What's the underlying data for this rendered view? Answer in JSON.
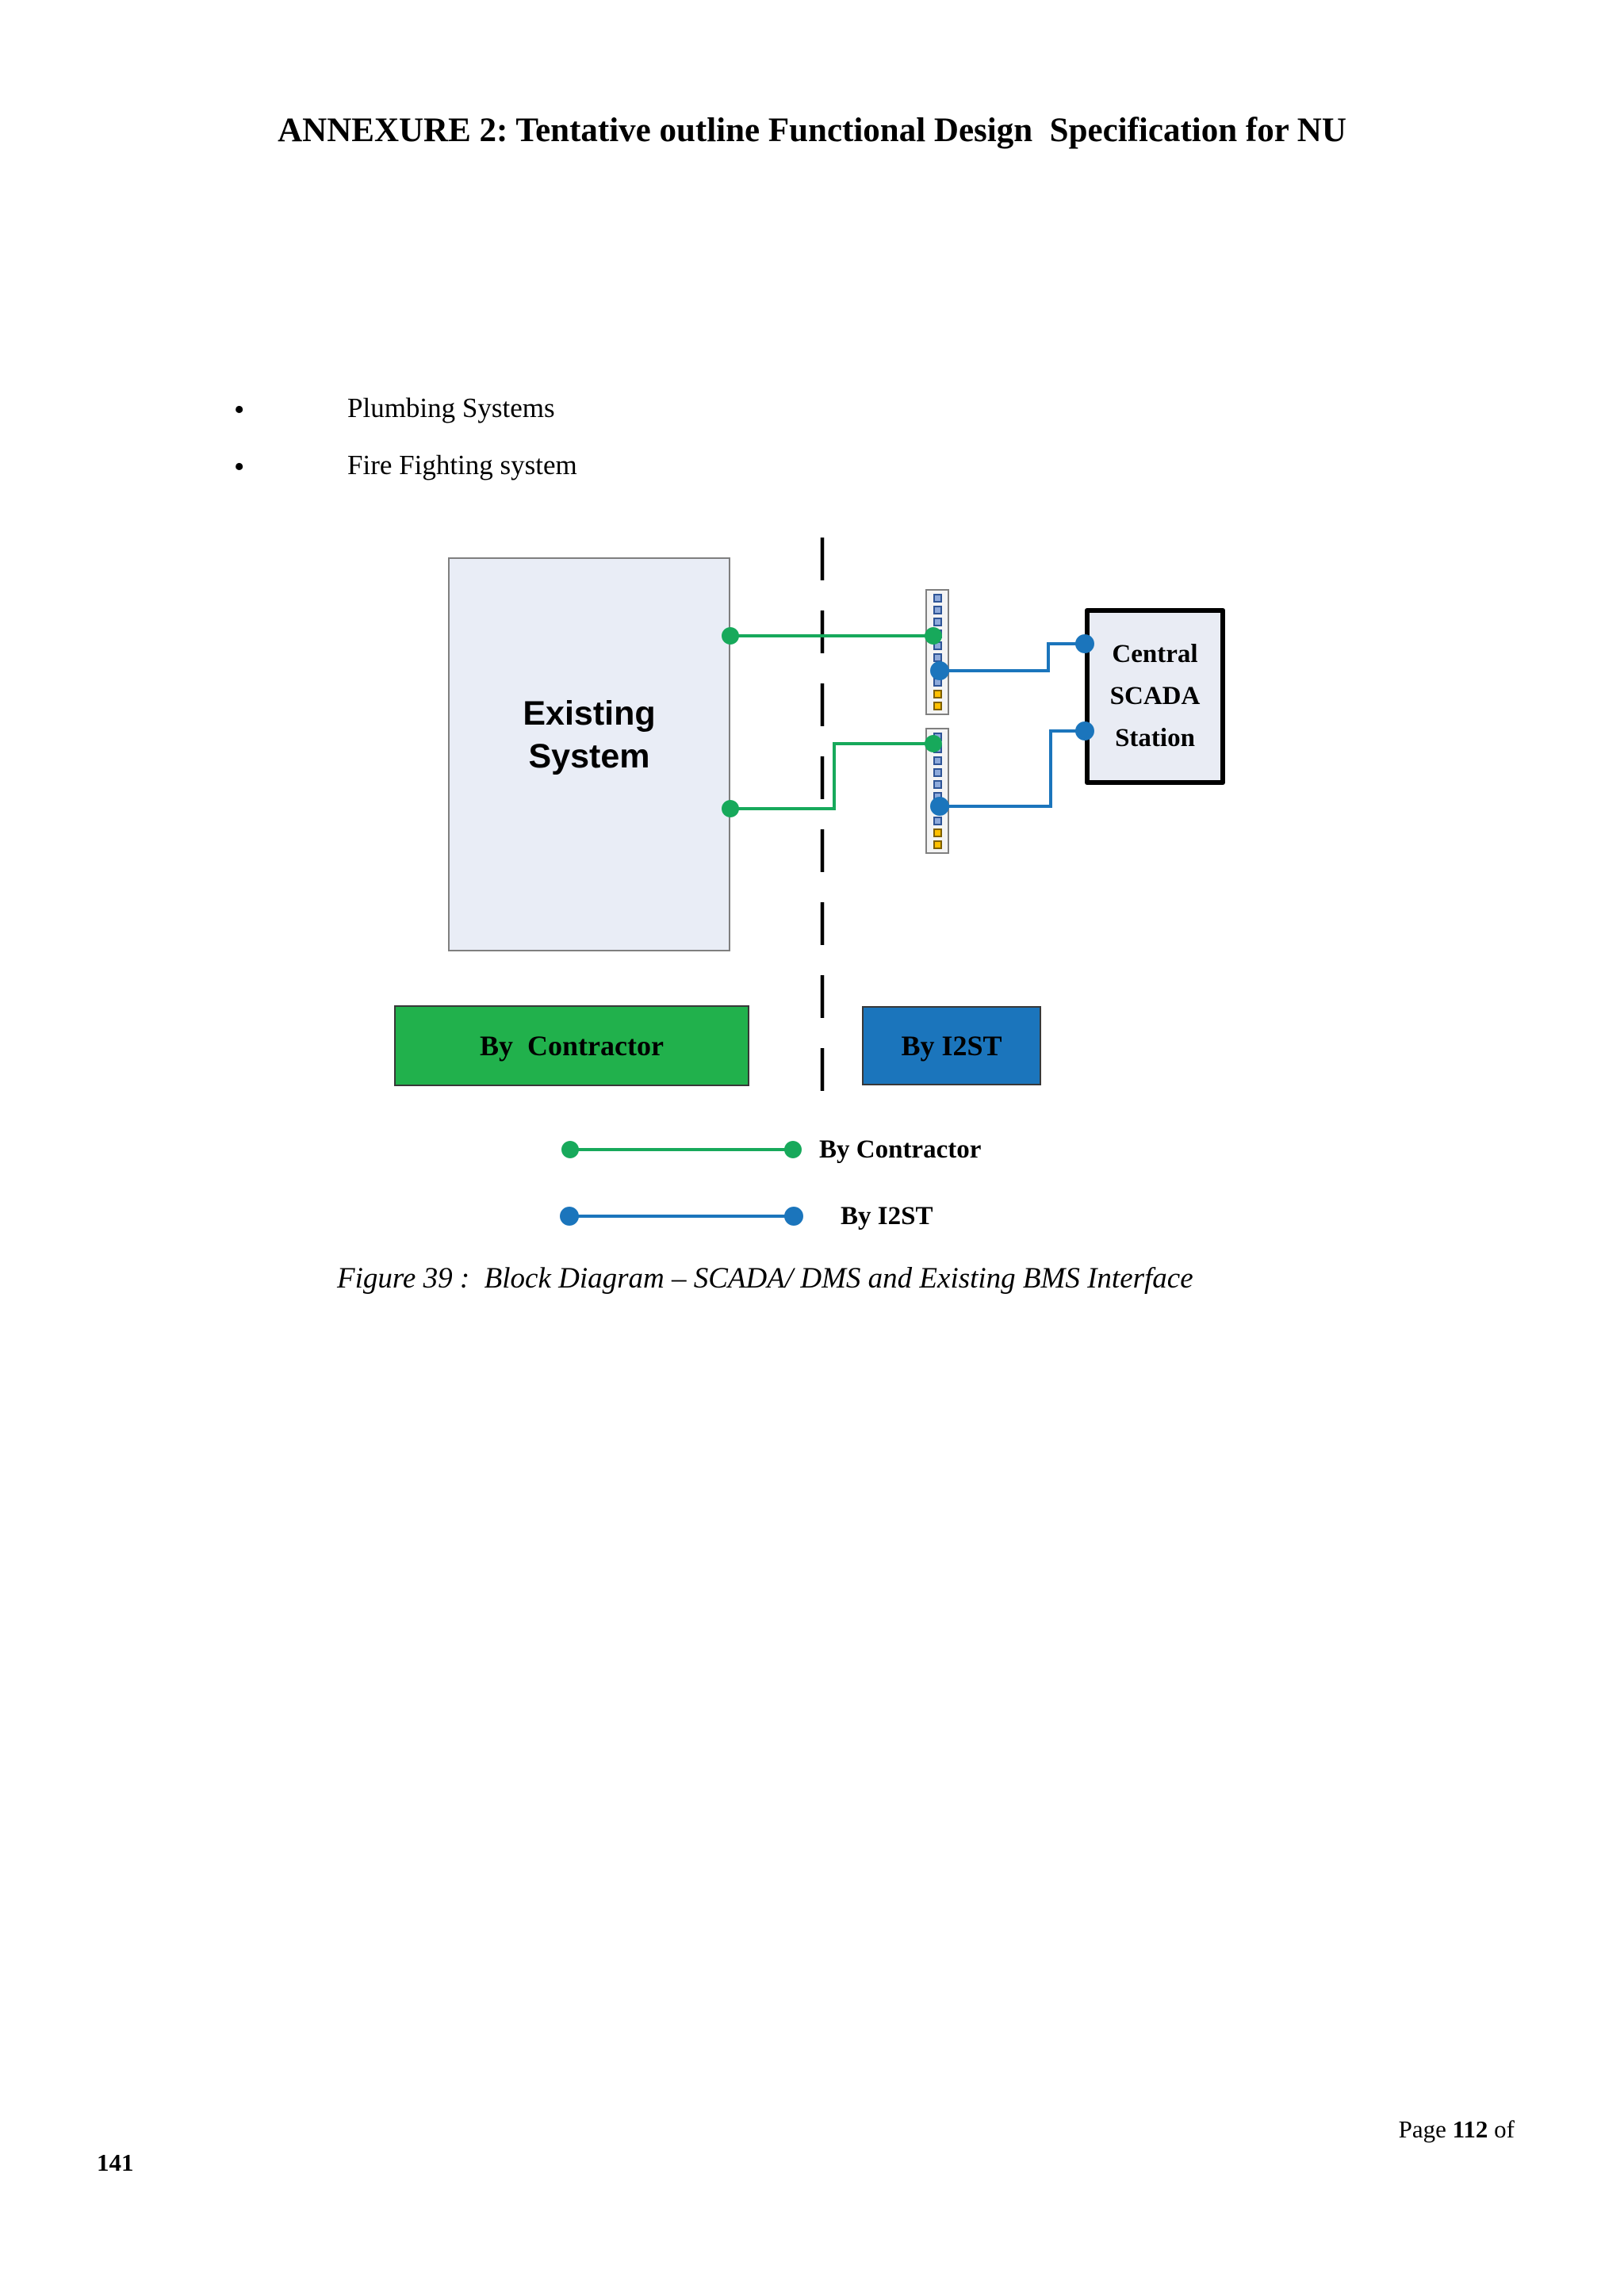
{
  "page": {
    "title": "ANNEXURE 2: Tentative outline Functional Design  Specification for NU",
    "bullets": [
      "Plumbing Systems",
      "Fire Fighting system"
    ],
    "bullet_marker": "•",
    "figure_caption": "Figure 39 :  Block Diagram – SCADA/ DMS and Existing BMS Interface",
    "footer": {
      "page_prefix": "Page ",
      "page_number": "112",
      "page_suffix": " of",
      "total_pages": "141"
    }
  },
  "diagram": {
    "existing_system_label": "Existing\nSystem",
    "central_scada_label": "Central\nSCADA\nStation",
    "by_contractor_box_label": "By  Contractor",
    "by_i2st_box_label": "By I2ST",
    "legend": [
      {
        "label": "By Contractor",
        "color": "#17a95b"
      },
      {
        "label": "By I2ST",
        "color": "#1b75bc"
      }
    ],
    "colors": {
      "contractor_line_green": "#17a95b",
      "contractor_box_green": "#21b14c",
      "i2st_line_blue": "#1b75bc",
      "i2st_box_blue": "#1b75bc",
      "existing_box_fill": "#e9edf6",
      "scada_box_fill": "#e9ecf4",
      "terminal_square_blue": "#8eaadb",
      "terminal_square_yellow": "#ffc000",
      "divider_dash_black": "#000000"
    }
  }
}
